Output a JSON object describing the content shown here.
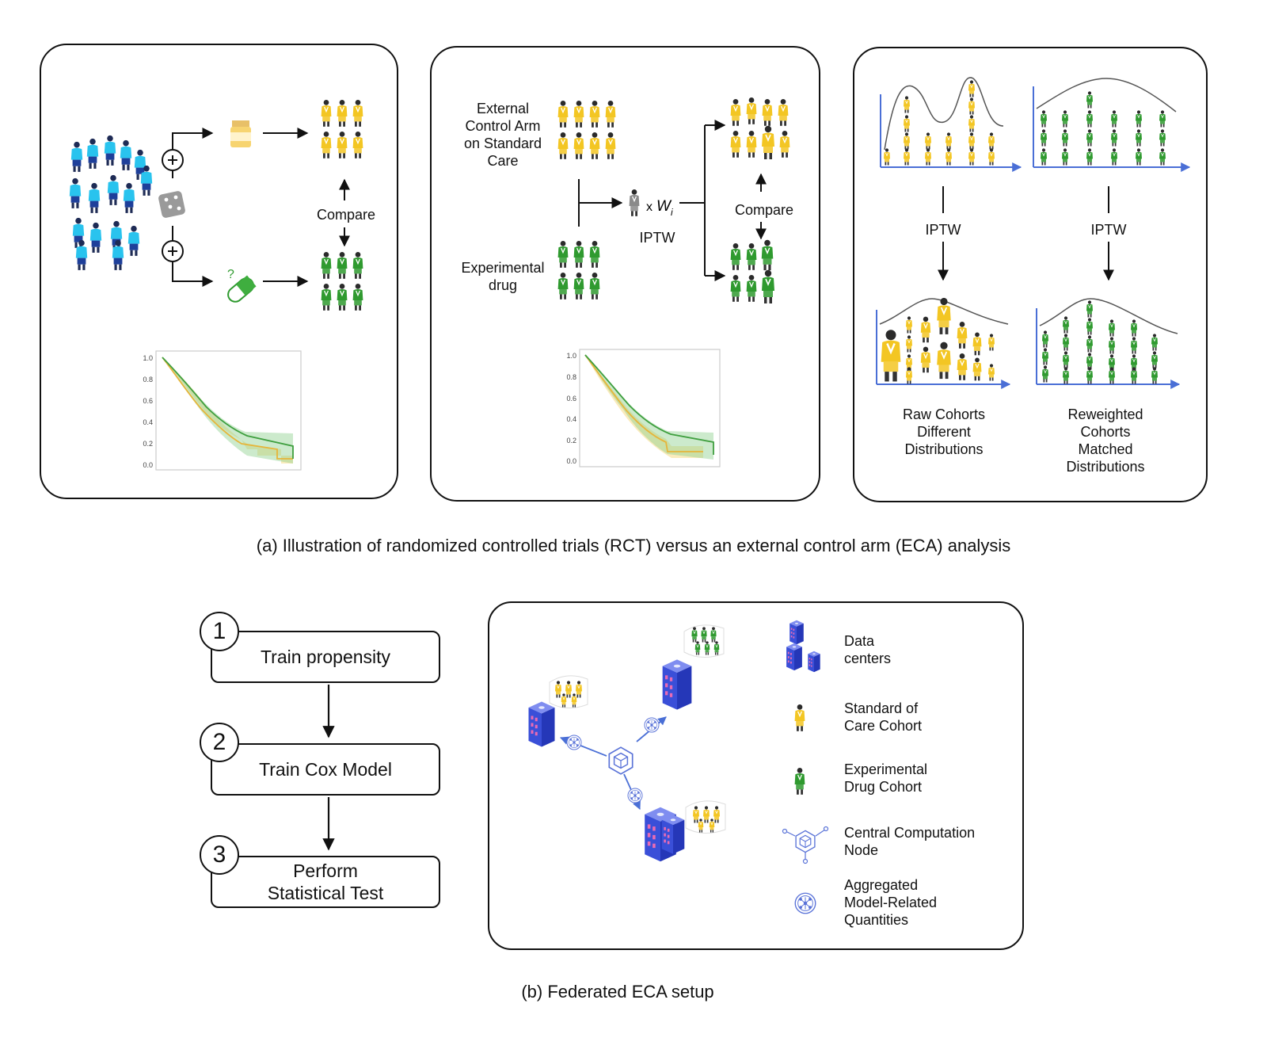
{
  "colors": {
    "rct_person": "#29c3ee",
    "rct_pants": "#1e3f9a",
    "soc": "#f3c623",
    "exp": "#2f9a2f",
    "axis": "#4a6fd6",
    "building": "#3a4fd8"
  },
  "panel_a1": {
    "compare": "Compare",
    "km_ticks": [
      "1.0",
      "0.8",
      "0.6",
      "0.4",
      "0.2",
      "0.0"
    ]
  },
  "panel_a2": {
    "eca_label": "External\nControl Arm\non Standard\nCare",
    "exp_label": "Experimental\ndrug",
    "weight_x": "x",
    "weight_w": "W",
    "weight_i": "i",
    "iptw": "IPTW",
    "compare": "Compare",
    "km_ticks": [
      "1.0",
      "0.8",
      "0.6",
      "0.4",
      "0.2",
      "0.0"
    ]
  },
  "panel_a3": {
    "iptw_left": "IPTW",
    "iptw_right": "IPTW",
    "raw_label": "Raw Cohorts\nDifferent\nDistributions",
    "reweighted_label": "Reweighted\nCohorts\nMatched\nDistributions"
  },
  "caption_a": "(a) Illustration of randomized controlled trials (RCT) versus an external control arm (ECA) analysis",
  "steps": [
    {
      "num": "1",
      "label": "Train propensity"
    },
    {
      "num": "2",
      "label": "Train Cox Model"
    },
    {
      "num": "3",
      "label": "Perform\nStatistical Test"
    }
  ],
  "legend": [
    {
      "icon": "data-center-icon",
      "label": "Data\ncenters"
    },
    {
      "icon": "standard-of-care-person-icon",
      "label": "Standard of\nCare Cohort"
    },
    {
      "icon": "experimental-person-icon",
      "label": "Experimental\nDrug Cohort"
    },
    {
      "icon": "central-node-icon",
      "label": "Central Computation\nNode"
    },
    {
      "icon": "aggregated-quantities-icon",
      "label": "Aggregated\nModel-Related\nQuantities"
    }
  ],
  "caption_b": "(b) Federated ECA setup"
}
